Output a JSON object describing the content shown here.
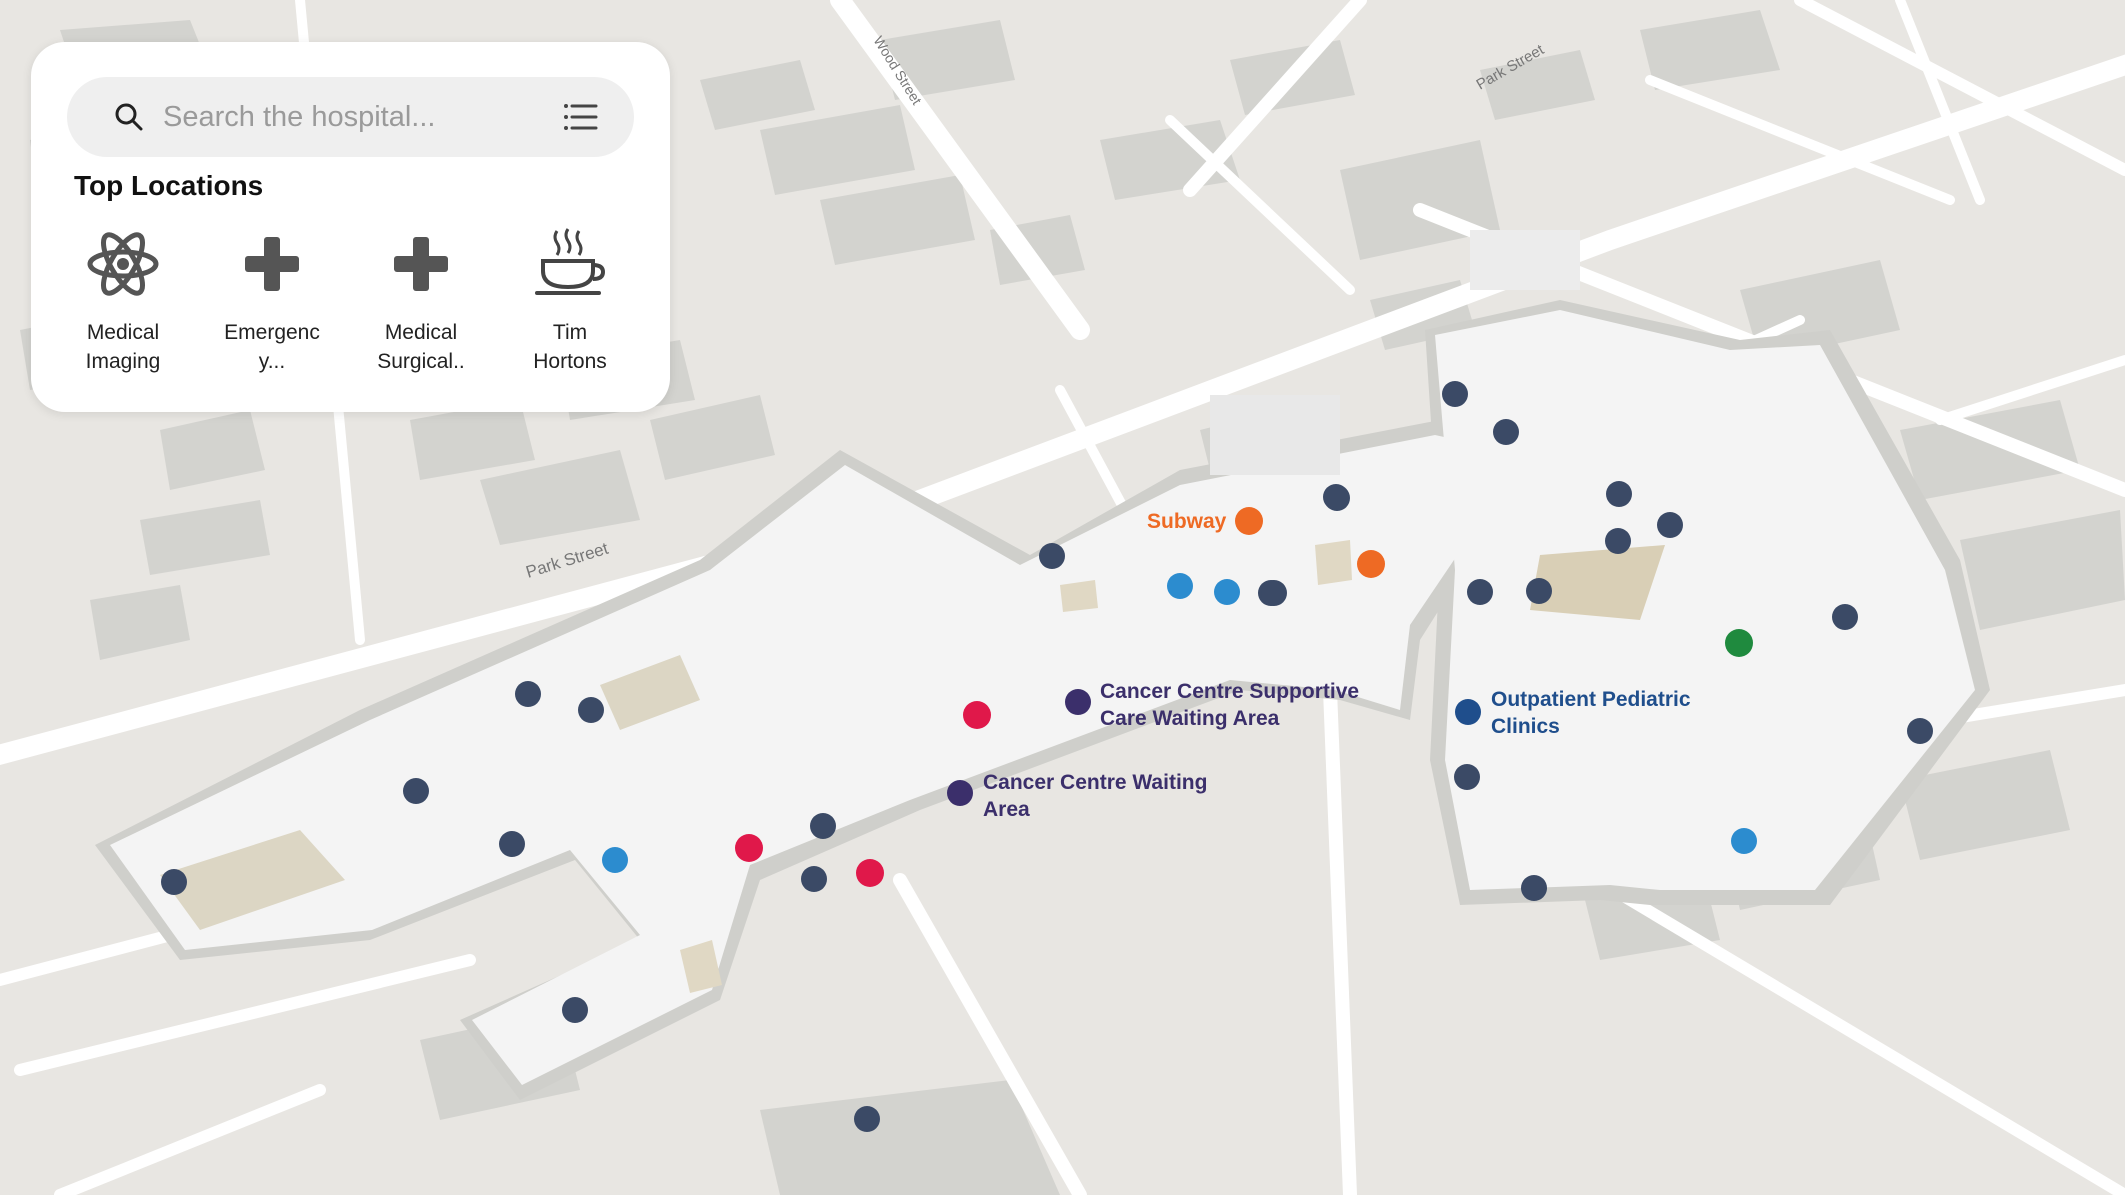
{
  "map": {
    "streets": [
      "Park Street",
      "Park Street",
      "Wood Street"
    ],
    "places": [
      {
        "name": "Subway",
        "type": "restaurant"
      },
      {
        "name": "Cancer Centre Supportive",
        "line2": "Care Waiting Area"
      },
      {
        "name": "Cancer Centre Waiting",
        "line2": "Area"
      },
      {
        "name": "Outpatient Pediatric",
        "line2": "Clinics"
      }
    ],
    "colors": {
      "background": "#e8e6e2",
      "road": "#ffffff",
      "building": "#d1d1cd",
      "hospital_floor": "#f4f4f4",
      "marker_navy": "#3b4a66",
      "marker_red": "#e0184a",
      "marker_blue": "#2c8ccf",
      "marker_orange": "#ee6a24",
      "marker_green": "#1f8a3e",
      "label_purple": "#3b2f6b",
      "label_blue": "#1f4e8c"
    }
  },
  "panel": {
    "search": {
      "placeholder": "Search the hospital..."
    },
    "title": "Top Locations",
    "top_locations": [
      {
        "line1": "Medical",
        "line2": "Imaging",
        "icon": "atom-icon"
      },
      {
        "line1": "Emergenc",
        "line2": "y...",
        "icon": "plus-icon"
      },
      {
        "line1": "Medical",
        "line2": "Surgical..",
        "icon": "plus-icon"
      },
      {
        "line1": "Tim",
        "line2": "Hortons",
        "icon": "coffee-icon"
      }
    ]
  }
}
